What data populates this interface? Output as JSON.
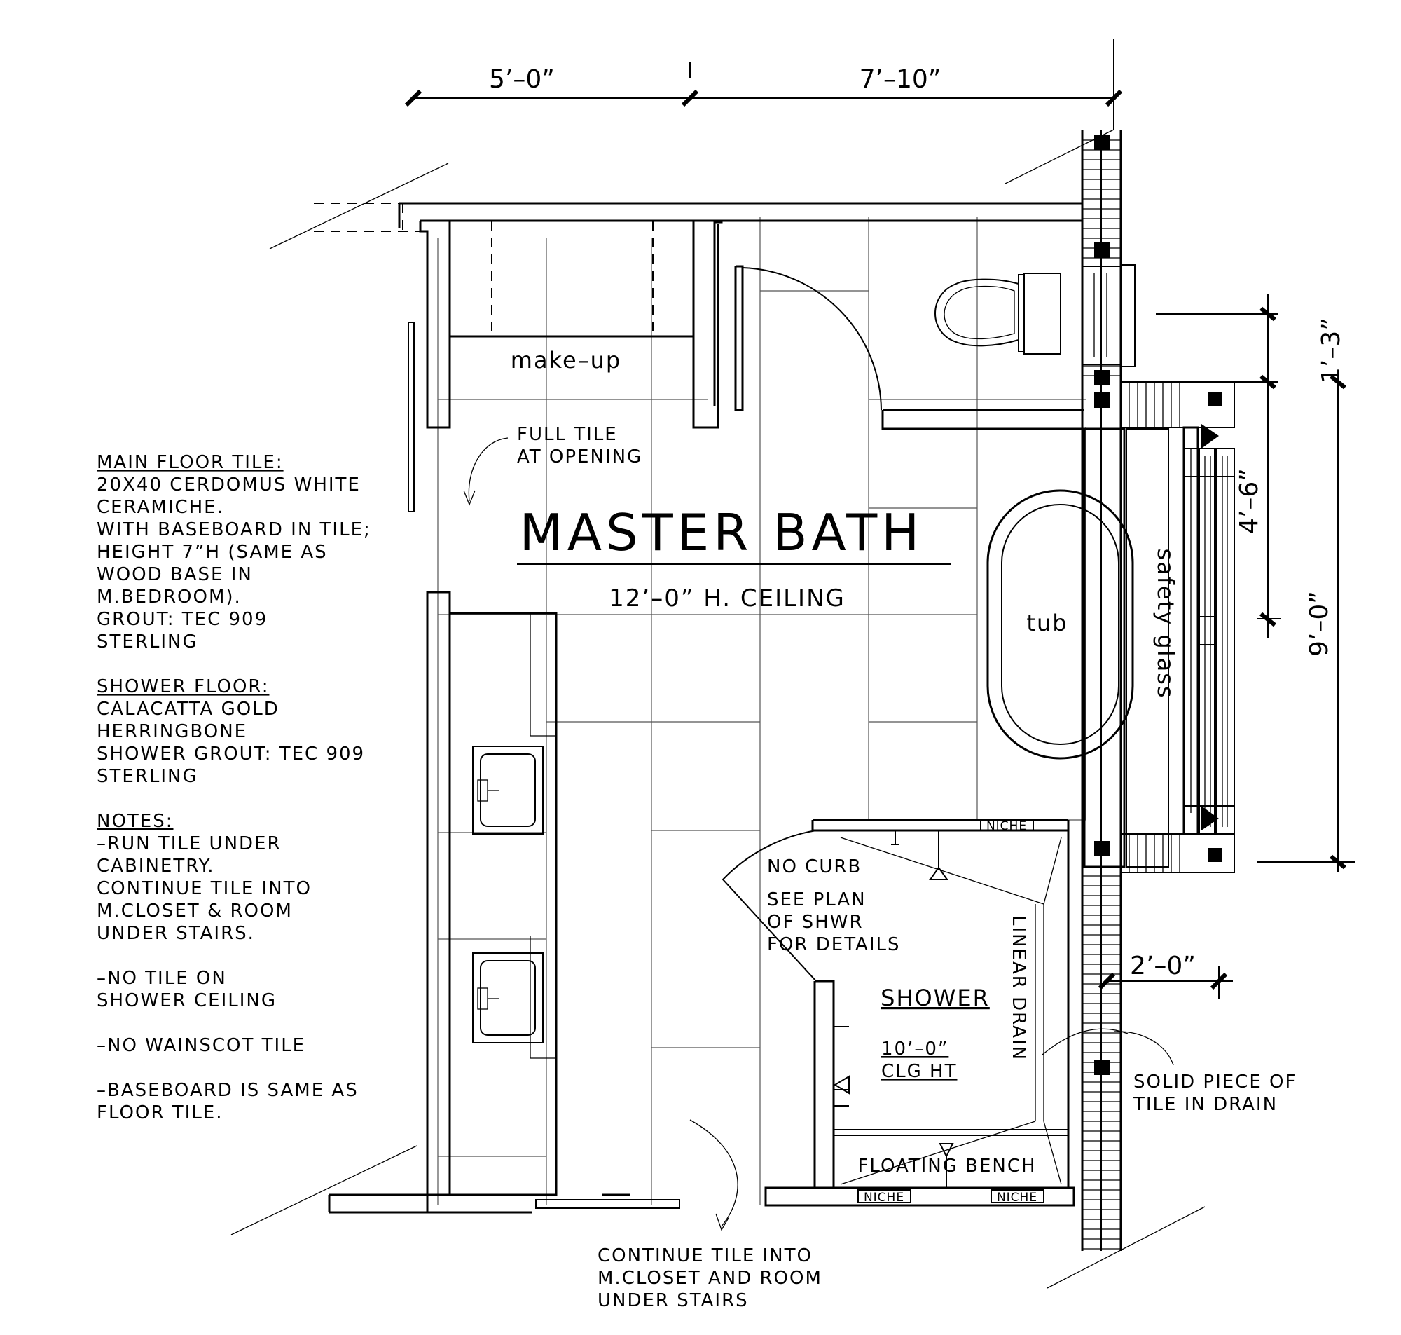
{
  "room": {
    "title": "MASTER BATH",
    "ceiling": "12’–0” H. CEILING"
  },
  "dimensions": {
    "top_left": "5’–0”",
    "top_right": "7’–10”",
    "right_window": "1’–3”",
    "right_tub": "4’–6”",
    "right_overall": "9’–0”",
    "shower_depth": "2’–0”"
  },
  "labels": {
    "makeup": "make–up",
    "tub": "tub",
    "safety_glass": "safety glass",
    "shower": "SHOWER",
    "shower_ceiling": [
      "10’–0”",
      "CLG HT"
    ],
    "linear_drain": "LINEAR DRAIN",
    "floating_bench": "FLOATING BENCH",
    "niche": "NICHE",
    "full_tile": [
      "FULL TILE",
      "AT OPENING"
    ],
    "no_curb": [
      "NO CURB",
      "",
      "SEE PLAN",
      "OF SHWR",
      "FOR DETAILS"
    ],
    "solid_piece": [
      "SOLID PIECE OF",
      "TILE IN DRAIN"
    ],
    "continue_tile": [
      "CONTINUE TILE INTO",
      "M.CLOSET AND ROOM",
      "UNDER STAIRS"
    ]
  },
  "notes": [
    {
      "heading": "MAIN FLOOR TILE:",
      "lines": [
        "20X40 CERDOMUS WHITE",
        "CERAMICHE.",
        "WITH BASEBOARD IN TILE;",
        "HEIGHT 7”H (SAME AS",
        "WOOD BASE IN",
        "M.BEDROOM).",
        "GROUT:  TEC 909",
        "STERLING"
      ]
    },
    {
      "heading": "SHOWER FLOOR:",
      "lines": [
        "CALACATTA GOLD",
        "HERRINGBONE",
        "SHOWER GROUT:  TEC 909",
        "STERLING"
      ]
    },
    {
      "heading": "NOTES:",
      "lines": [
        "–RUN TILE UNDER",
        "CABINETRY.",
        "CONTINUE TILE INTO",
        "M.CLOSET & ROOM",
        "UNDER STAIRS.",
        "",
        "–NO TILE ON",
        "SHOWER CEILING",
        "",
        "–NO WAINSCOT TILE",
        "",
        "–BASEBOARD IS SAME AS",
        "FLOOR TILE."
      ]
    }
  ],
  "icons": {
    "toilet": "toilet-icon",
    "sink": "sink-icon",
    "tub": "bathtub-icon",
    "shower_head": "shower-head-icon"
  }
}
